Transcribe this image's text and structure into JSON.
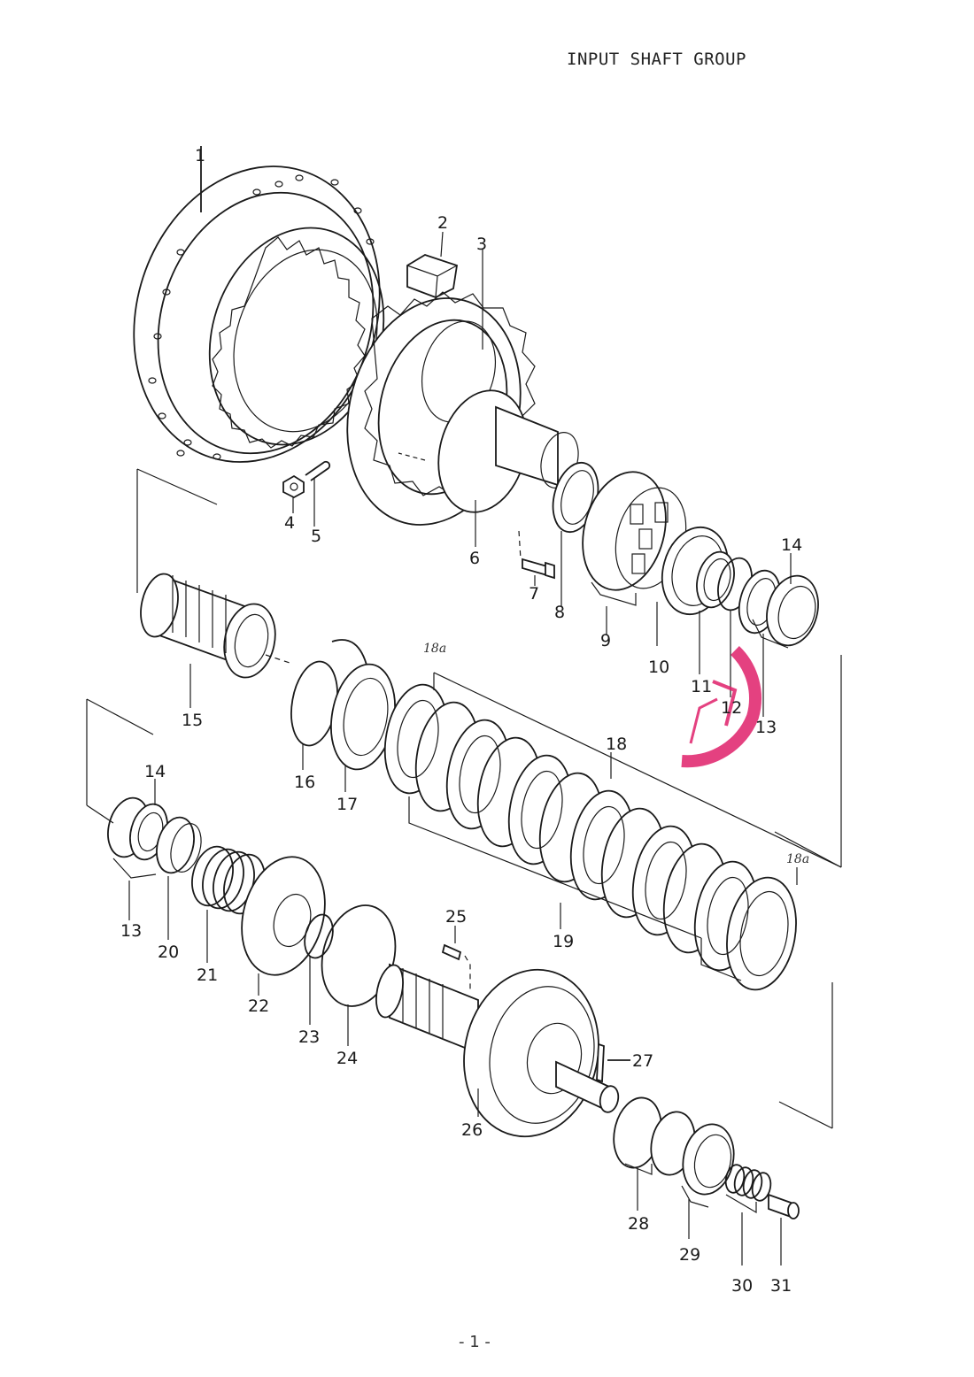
{
  "header": {
    "title": "INPUT SHAFT GROUP"
  },
  "footer": {
    "page_number": "- 1 -"
  },
  "callouts": {
    "c1": "1",
    "c2": "2",
    "c3": "3",
    "c4": "4",
    "c5": "5",
    "c6": "6",
    "c7": "7",
    "c8": "8",
    "c9": "9",
    "c10": "10",
    "c11": "11",
    "c12": "12",
    "c13a": "13",
    "c14a": "14",
    "c15": "15",
    "c16": "16",
    "c17": "17",
    "c18": "18",
    "c18a_top": "18a",
    "c18a_right": "18a",
    "c19": "19",
    "c14b": "14",
    "c13b": "13",
    "c20": "20",
    "c21": "21",
    "c22": "22",
    "c23": "23",
    "c24": "24",
    "c25": "25",
    "c26": "26",
    "c27": "27",
    "c28": "28",
    "c29": "29",
    "c30": "30",
    "c31": "31"
  },
  "stamp": {
    "color": "#e0206a"
  }
}
